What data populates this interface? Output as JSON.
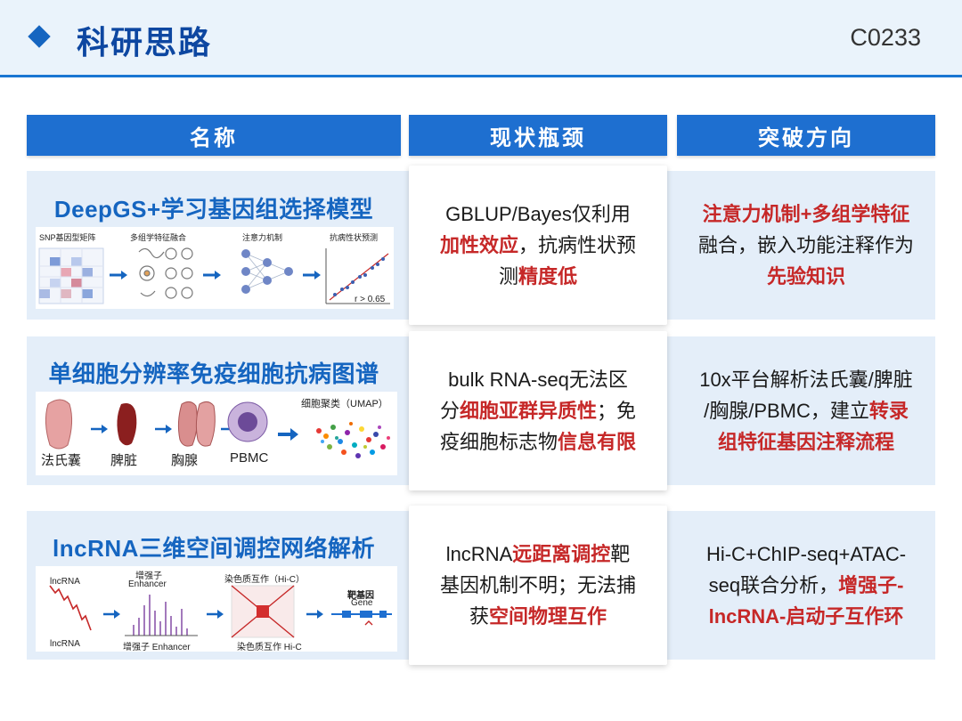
{
  "header": {
    "title": "科研思路",
    "code": "C0233"
  },
  "columns": [
    "名称",
    "现状瓶颈",
    "突破方向"
  ],
  "rows": [
    {
      "name": "DeepGS+学习基因组选择模型",
      "figure_labels": [
        "SNP基因型矩阵",
        "多组学特征融合",
        "注意力机制",
        "抗病性状预测",
        "r > 0.65"
      ],
      "bottleneck": [
        "GBLUP/Bayes仅利用",
        "加性效应",
        "，抗病性状预",
        "测",
        "精度低"
      ],
      "breakthrough": [
        "注意力机制+多组学特征",
        "融合，嵌入功能注释作为",
        "先验知识"
      ]
    },
    {
      "name": "单细胞分辨率免疫细胞抗病图谱",
      "figure_labels": [
        "法氏囊",
        "脾脏",
        "胸腺",
        "PBMC",
        "细胞聚类（UMAP）"
      ],
      "bottleneck": [
        "bulk RNA-seq无法区",
        "分",
        "细胞亚群异质性",
        "；免",
        "疫细胞标志物",
        "信息有限"
      ],
      "breakthrough": [
        "10x平台解析法氏囊/脾脏",
        "/胸腺/PBMC，建立",
        "转录",
        "组特征基因注释流程"
      ]
    },
    {
      "name": "lncRNA三维空间调控网络解析",
      "figure_labels": [
        "lncRNA",
        "增强子",
        "Enhancer",
        "染色质互作（Hi-C）",
        "靶基因",
        "Gene",
        "lncRNA",
        "增强子 Enhancer",
        "染色质互作 Hi-C"
      ],
      "bottleneck": [
        "lncRNA",
        "远距离调控",
        "靶",
        "基因机制不明；无法捕",
        "获",
        "空间物理互作"
      ],
      "breakthrough": [
        "Hi-C+ChIP-seq+ATAC-",
        "seq联合分析，",
        "增强子-",
        "lncRNA-启动子互作环"
      ]
    }
  ],
  "colors": {
    "accent": "#1e6fd0",
    "highlight": "#c62828",
    "title": "#0d47a1",
    "row_bg": "#e4eef9"
  }
}
